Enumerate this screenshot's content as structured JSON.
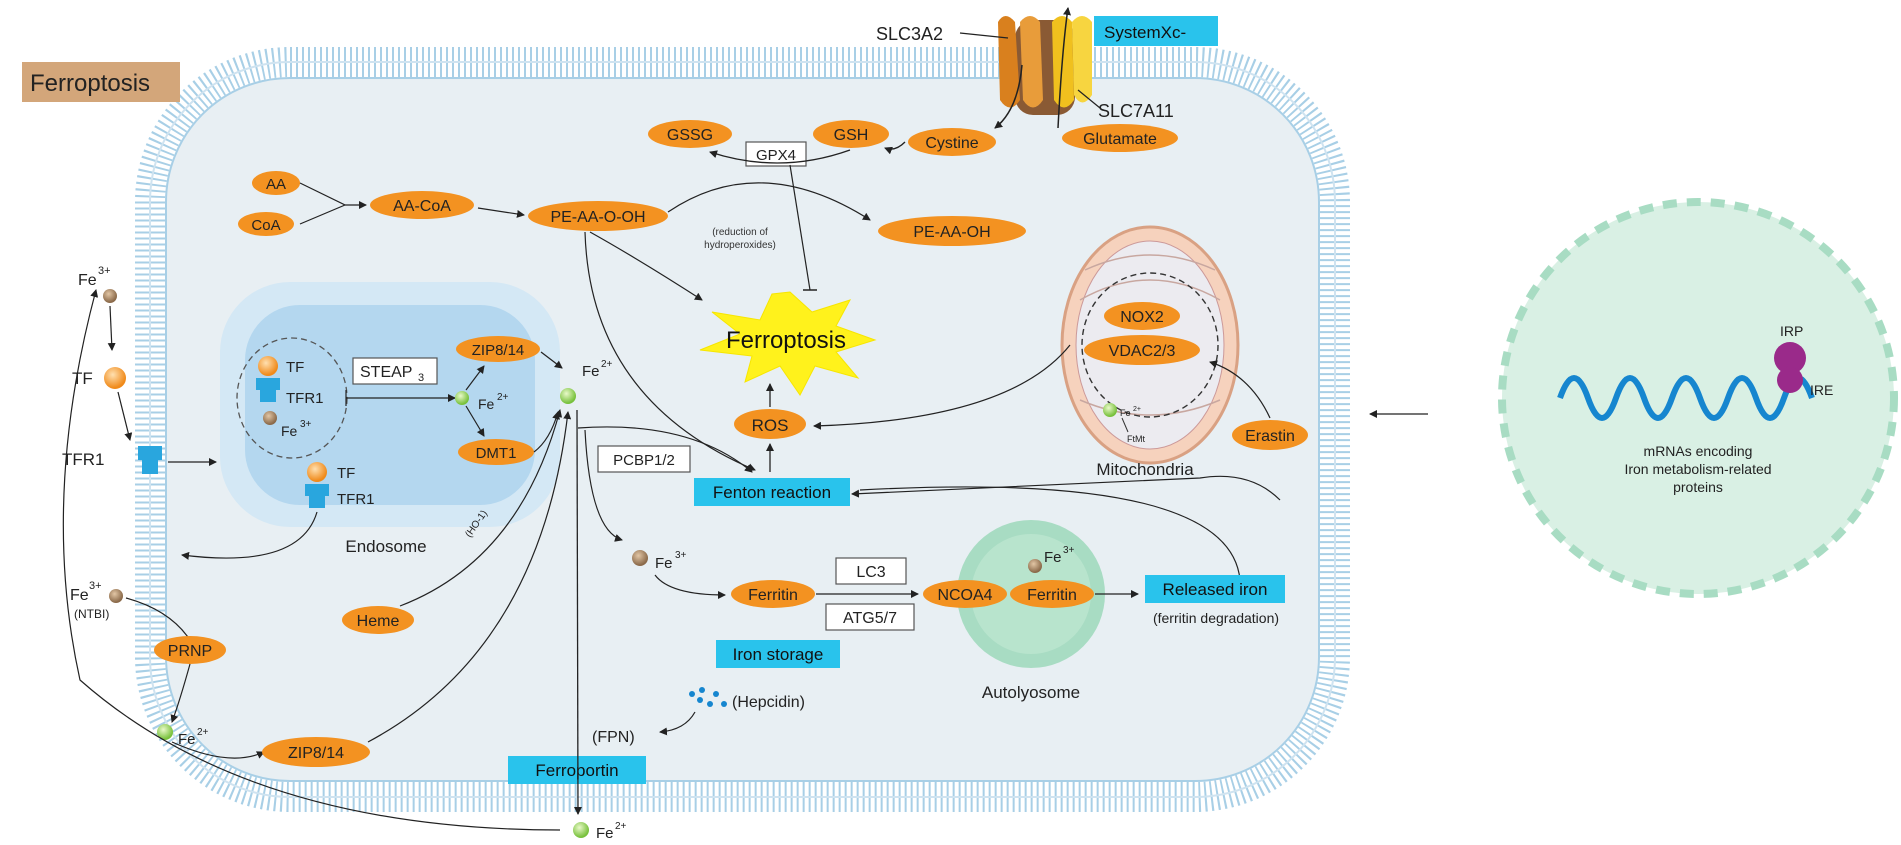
{
  "title_box": "Ferroptosis",
  "system_xc": {
    "label": "SystemXc-",
    "slc3a2": "SLC3A2",
    "slc7a11": "SLC7A11"
  },
  "molecules": {
    "gssg": "GSSG",
    "gsh": "GSH",
    "gpx4": "GPX4",
    "cystine": "Cystine",
    "glutamate": "Glutamate",
    "aa": "AA",
    "coa": "CoA",
    "aa_coa": "AA-CoA",
    "pe_aa_o_oh": "PE-AA-O-OH",
    "pe_aa_oh": "PE-AA-OH",
    "reduction_line1": "(reduction of",
    "reduction_line2": "hydroperoxides)",
    "ferroptosis_center": "Ferroptosis",
    "ros": "ROS",
    "fenton": "Fenton reaction",
    "pcbp": "PCBP1/2",
    "ferritin": "Ferritin",
    "lc3": "LC3",
    "atg": "ATG5/7",
    "ncoa4": "NCOA4",
    "ferritin2": "Ferritin",
    "released_iron": "Released iron",
    "ferritin_degradation": "(ferritin degradation)",
    "iron_storage": "Iron storage",
    "autolysosome": "Autolyosome",
    "heme": "Heme",
    "ho1": "(HO-1)",
    "hepcidin": "(Hepcidin)",
    "fpn": "(FPN)",
    "ferroportin": "Ferroportin",
    "zip_outer": "ZIP8/14",
    "prnp": "PRNP",
    "ntbi": "(NTBI)",
    "tf": "TF",
    "tfr1": "TFR1"
  },
  "endosome": {
    "label": "Endosome",
    "tf": "TF",
    "tfr1": "TFR1",
    "steap": "STEAP",
    "steap_sub": "3",
    "zip": "ZIP8/14",
    "dmt1": "DMT1"
  },
  "iron": {
    "fe": "Fe",
    "plus2": "2+",
    "plus3": "3+"
  },
  "mitochondria": {
    "label": "Mitochondria",
    "nox2": "NOX2",
    "vdac": "VDAC2/3",
    "erastin": "Erastin",
    "ftmt": "FtMt"
  },
  "mrna": {
    "irp": "IRP",
    "ire": "IRE",
    "line1": "mRNAs encoding",
    "line2": "Iron metabolism-related",
    "line3": "proteins"
  },
  "colors": {
    "orange": "#f39221",
    "cyan": "#29c3ec",
    "tan": "#d3a67a",
    "cell": "#e8eff3",
    "membrane": "#a8cfe6",
    "endosome": "#b4d7ef",
    "green_circle": "#d9f0e4",
    "auto": "#a8dcc3",
    "mito_outer": "#f6d2bd",
    "yellow": "#fff21c",
    "purple": "#9a2a8a",
    "blue": "#1686cf"
  }
}
